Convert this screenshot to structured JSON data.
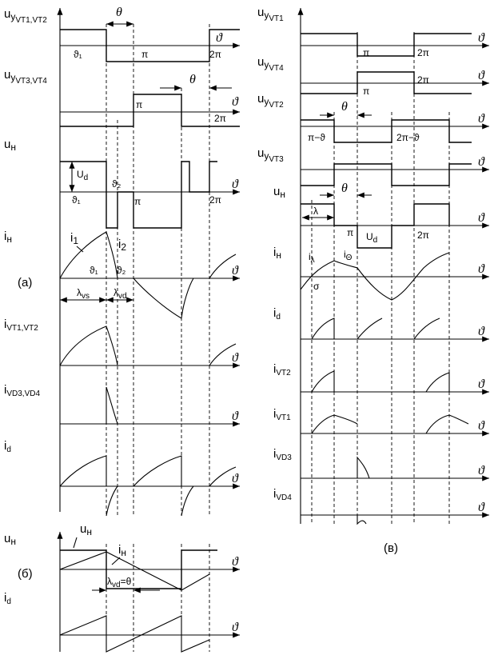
{
  "left": {
    "uy12": {
      "main": "u",
      "sub": "y",
      "sub2": "VT1,VT2"
    },
    "uy34": {
      "main": "u",
      "sub": "y",
      "sub2": "VT3,VT4"
    },
    "uh": {
      "main": "u",
      "sub": "н"
    },
    "ih": {
      "main": "i",
      "sub": "н"
    },
    "ivt": {
      "main": "i",
      "sub": "VT1,VT2"
    },
    "ivd": {
      "main": "i",
      "sub": "VD3,VD4"
    },
    "id": {
      "main": "i",
      "sub": "d"
    },
    "theta": "θ",
    "pi": "π",
    "twopi": "2π",
    "th1": "ϑ₁",
    "th2": "ϑ₂",
    "ud": "U",
    "ud_sub": "d",
    "i1": "i",
    "i1_sub": "1",
    "i2": "i",
    "i2_sub": "2",
    "lam_vs": "λ",
    "lam_vs_sub": "vs",
    "lam_vd": "λ",
    "lam_vd_sub": "vd",
    "tag": "(а)",
    "axis": "ϑ"
  },
  "bottom": {
    "uh": {
      "main": "u",
      "sub": "н"
    },
    "uh2": {
      "main": "u",
      "sub": "н"
    },
    "ih": {
      "main": "i",
      "sub": "н"
    },
    "id": {
      "main": "i",
      "sub": "d"
    },
    "lam": "λ",
    "lam_sub": "vd",
    "lam_eq": "=θ",
    "tag": "(б)"
  },
  "right": {
    "uyvt1": {
      "main": "u",
      "sub": "y",
      "sub2": "VT1"
    },
    "uyvt4": {
      "main": "u",
      "sub": "y",
      "sub2": "VT4"
    },
    "uyvt2": {
      "main": "u",
      "sub": "y",
      "sub2": "VT2"
    },
    "uyvt3": {
      "main": "u",
      "sub": "y",
      "sub2": "VT3"
    },
    "uh": {
      "main": "u",
      "sub": "н"
    },
    "ih": {
      "main": "i",
      "sub": "н"
    },
    "id": {
      "main": "i",
      "sub": "d"
    },
    "ivt2": {
      "main": "i",
      "sub": "VT2"
    },
    "ivt1": {
      "main": "i",
      "sub": "VT1"
    },
    "ivd3": {
      "main": "i",
      "sub": "VD3"
    },
    "ivd4": {
      "main": "i",
      "sub": "VD4"
    },
    "pi": "π",
    "twopi": "2π",
    "pimth": "π−ϑ",
    "twopimth": "2π−ϑ",
    "theta": "θ",
    "lam": "λ",
    "ilam": "i",
    "ilam_sub": "λ",
    "ith": "i",
    "ith_sub": "Θ",
    "sigma": "σ",
    "ud": "U",
    "ud_sub": "d",
    "tag": "(в)"
  }
}
